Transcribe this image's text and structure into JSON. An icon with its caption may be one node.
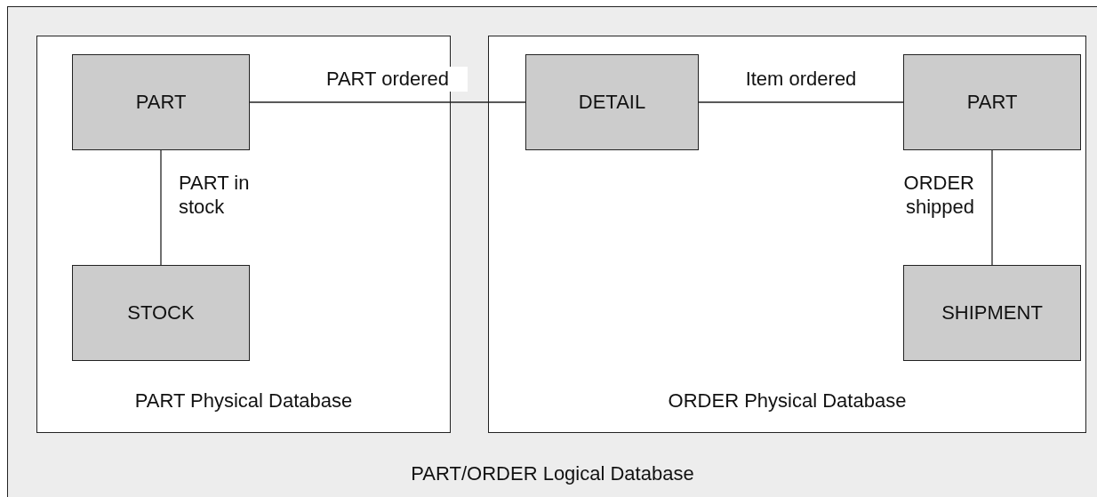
{
  "diagram": {
    "nodes": [
      {
        "text": [
          "PART/ORDER Logical Database"
        ]
      },
      {
        "text": [
          "PART Physical Database"
        ],
        "in": 0
      },
      {
        "text": [
          "PART"
        ],
        "in": 1
      },
      {
        "text": [
          "STOCK"
        ],
        "in": 1
      },
      {
        "text": [
          "ORDER Physical Database"
        ],
        "in": 0
      },
      {
        "text": [
          "DETAIL"
        ],
        "in": 4
      },
      {
        "text": [
          "PART"
        ],
        "in": 4
      },
      {
        "text": [
          "SHIPMENT"
        ],
        "in": 4
      }
    ],
    "edges": [
      {
        "from": 2,
        "to": 5,
        "arrow": "none",
        "label": "PART ordered"
      },
      {
        "from": 2,
        "to": 3,
        "arrow": "none",
        "label": "PART in stock"
      },
      {
        "from": 5,
        "to": 6,
        "arrow": "none",
        "label": "Item ordered"
      },
      {
        "from": 6,
        "to": 7,
        "arrow": "none",
        "label": "ORDER shipped"
      }
    ]
  }
}
